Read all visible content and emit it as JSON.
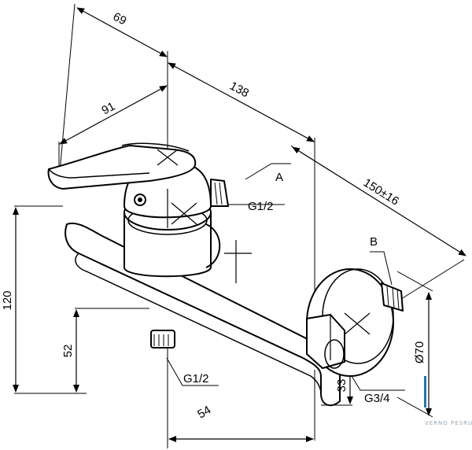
{
  "dimensions": {
    "d69": "69",
    "d138": "138",
    "d91": "91",
    "d150": "150±16",
    "d120": "120",
    "d52": "52",
    "d54": "54",
    "d33": "33",
    "d70": "Ø70"
  },
  "callouts": {
    "a": "A",
    "b": "B",
    "g12_top": "G1/2",
    "g12_bottom": "G1/2",
    "g34": "G3/4"
  },
  "watermark": "VERNO PESRUS",
  "colors": {
    "line": "#000000",
    "watermark": "#9aa7b3",
    "watermark_bar": "#1f77b4"
  }
}
